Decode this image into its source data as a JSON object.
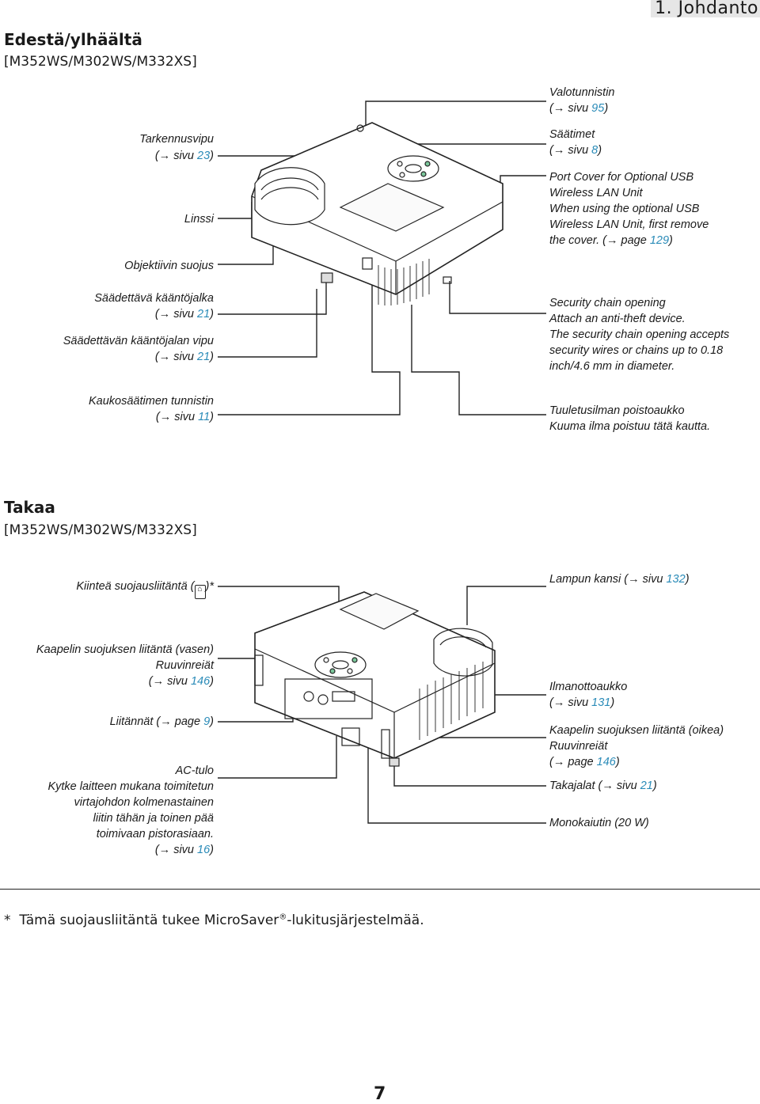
{
  "header": {
    "chapter": "1. Johdanto"
  },
  "front": {
    "title": "Edestä/ylhäältä",
    "models": "[M352WS/M302WS/M332XS]",
    "left": {
      "focus_lever": "Tarkennusvipu",
      "focus_ref_pre": "(→ sivu ",
      "focus_ref": "23",
      "lens": "Linssi",
      "lens_cap": "Objektiivin suojus",
      "tilt_foot": "Säädettävä kääntöjalka",
      "tilt_foot_ref": "21",
      "tilt_lever": "Säädettävän kääntöjalan vipu",
      "tilt_lever_ref": "21",
      "remote_sensor": "Kaukosäätimen tunnistin",
      "remote_sensor_ref": "11"
    },
    "right": {
      "light_sensor": "Valotunnistin",
      "light_sensor_ref": "95",
      "controls": "Säätimet",
      "controls_ref": "8",
      "port_cover_l1": "Port Cover for Optional USB",
      "port_cover_l2": "Wireless LAN Unit",
      "port_cover_l3": "When using the optional USB",
      "port_cover_l4": "Wireless LAN Unit, first remove",
      "port_cover_l5_pre": "the cover. (→ page ",
      "port_cover_ref": "129",
      "security_l1": "Security chain opening",
      "security_l2": "Attach an anti-theft device.",
      "security_l3": "The security chain opening accepts",
      "security_l4": "security wires or chains up to 0.18",
      "security_l5": "inch/4.6 mm in diameter.",
      "exhaust_l1": "Tuuletusilman poistoaukko",
      "exhaust_l2": "Kuuma ilma poistuu tätä kautta."
    }
  },
  "rear": {
    "title": "Takaa",
    "models": "[M352WS/M302WS/M332XS]",
    "left": {
      "security_slot_pre": "Kiinteä suojausliitäntä (",
      "security_slot_post": ")*",
      "cable_cover_left": "Kaapelin suojuksen liitäntä (vasen)",
      "screw_holes": "Ruuvinreiät",
      "screw_holes_ref": "146",
      "ports_pre": "Liitännät (→ page ",
      "ports_ref": "9",
      "ac_in": "AC-tulo",
      "ac_l1": "Kytke laitteen mukana toimitetun",
      "ac_l2": "virtajohdon kolmenastainen",
      "ac_l3": "liitin tähän ja toinen pää",
      "ac_l4": "toimivaan pistorasiaan.",
      "ac_ref": "16"
    },
    "right": {
      "lamp_cover_pre": "Lampun kansi (→ sivu ",
      "lamp_cover_ref": "132",
      "intake": "Ilmanottoaukko",
      "intake_ref": "131",
      "cable_cover_right": "Kaapelin suojuksen liitäntä (oikea)",
      "screw_holes": "Ruuvinreiät",
      "screw_holes_ref_pre": "(→ page ",
      "screw_holes_ref": "146",
      "rear_feet_pre": "Takajalat (→ sivu ",
      "rear_feet_ref": "21",
      "speaker": "Monokaiutin (20 W)"
    }
  },
  "ref_pre": "(→ sivu ",
  "ref_post": ")",
  "footnote": {
    "star": "*",
    "text_pre": "Tämä suojausliitäntä tukee MicroSaver",
    "reg": "®",
    "text_post": "-lukitusjärjestelmää."
  },
  "page_number": "7"
}
